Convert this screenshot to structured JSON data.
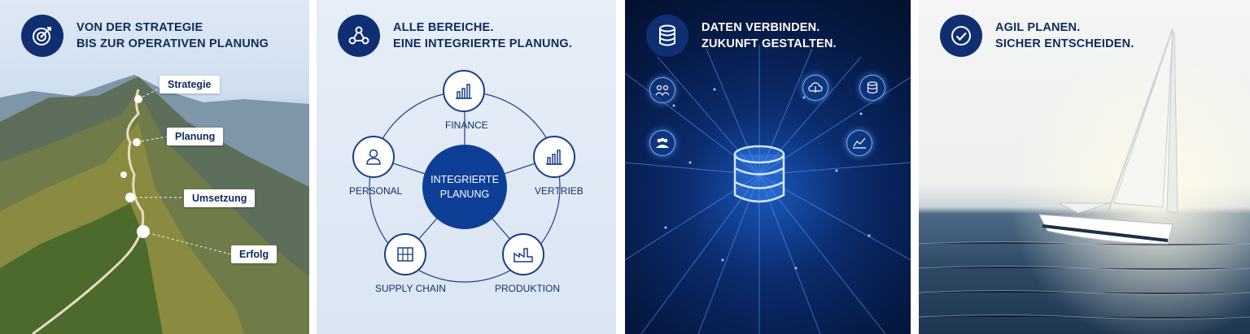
{
  "panels": [
    {
      "title_line1": "VON DER STRATEGIE",
      "title_line2": "BIS ZUR OPERATIVEN PLANUNG",
      "icon": "target-icon",
      "steps": [
        "Strategie",
        "Planung",
        "Umsetzung",
        "Erfolg"
      ]
    },
    {
      "title_line1": "ALLE BEREICHE.",
      "title_line2": "EINE INTEGRIERTE PLANUNG.",
      "icon": "network-icon",
      "center_line1": "INTEGRIERTE",
      "center_line2": "PLANUNG",
      "nodes": [
        "FINANCE",
        "VERTRIEB",
        "PRODUKTION",
        "SUPPLY CHAIN",
        "PERSONAL"
      ]
    },
    {
      "title_line1": "DATEN VERBINDEN.",
      "title_line2": "ZUKUNFT GESTALTEN.",
      "icon": "database-icon"
    },
    {
      "title_line1": "AGIL PLANEN.",
      "title_line2": "SICHER ENTSCHEIDEN.",
      "icon": "check-circle-icon"
    }
  ]
}
